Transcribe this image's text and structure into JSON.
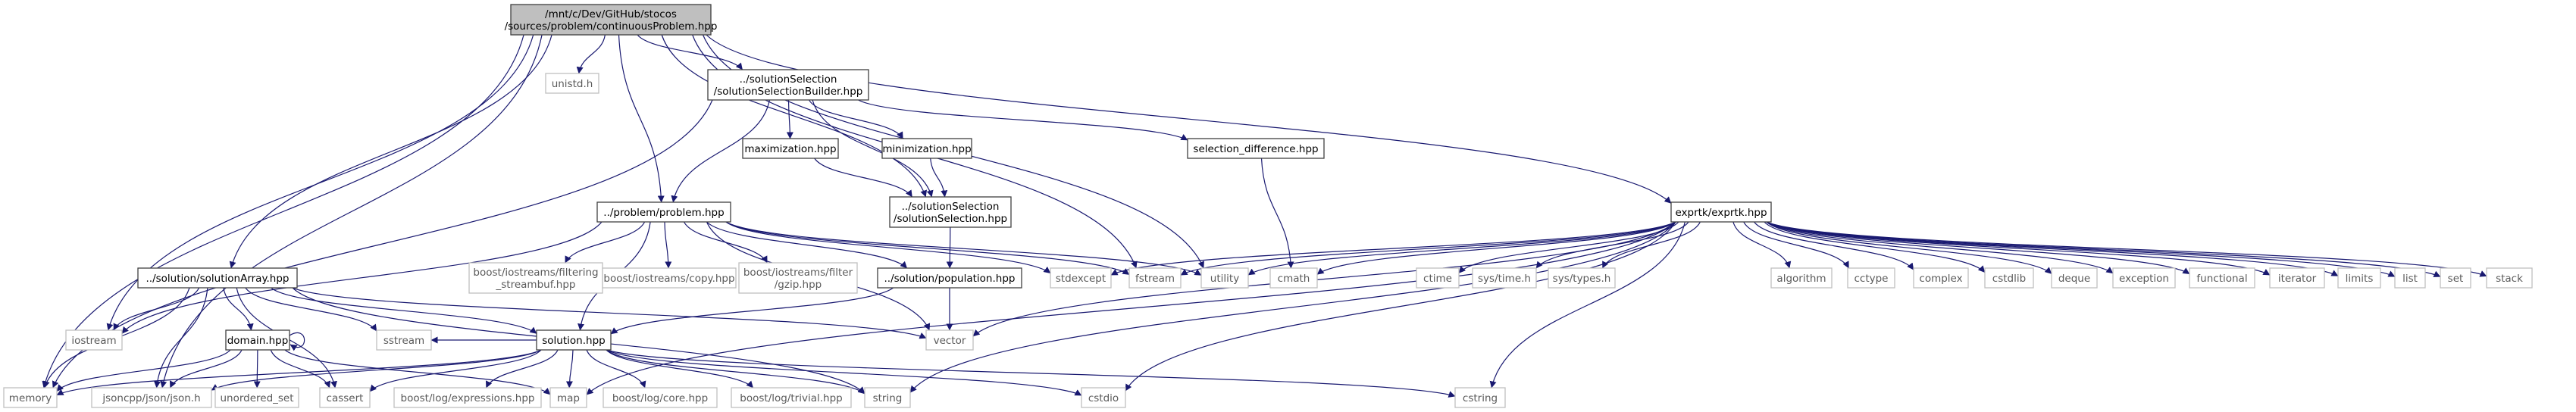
{
  "graph": {
    "colors": {
      "main_fill": "#bfbfbf",
      "edge": "#191970",
      "external_border": "#bfbfbf",
      "linked_border": "#404040"
    },
    "nodes": [
      {
        "id": "main",
        "lines": [
          "/mnt/c/Dev/GitHub/stocos",
          "/sources/problem/continuousProblem.hpp"
        ],
        "kind": "main"
      },
      {
        "id": "unistd",
        "lines": [
          "unistd.h"
        ],
        "kind": "external"
      },
      {
        "id": "builder",
        "lines": [
          "../solutionSelection",
          "/solutionSelectionBuilder.hpp"
        ],
        "kind": "linked"
      },
      {
        "id": "maximization",
        "lines": [
          "maximization.hpp"
        ],
        "kind": "linked"
      },
      {
        "id": "minimization",
        "lines": [
          "minimization.hpp"
        ],
        "kind": "linked"
      },
      {
        "id": "seldiff",
        "lines": [
          "selection_difference.hpp"
        ],
        "kind": "linked"
      },
      {
        "id": "selection",
        "lines": [
          "../solutionSelection",
          "/solutionSelection.hpp"
        ],
        "kind": "linked"
      },
      {
        "id": "problem",
        "lines": [
          "../problem/problem.hpp"
        ],
        "kind": "linked"
      },
      {
        "id": "exprtk",
        "lines": [
          "exprtk/exprtk.hpp"
        ],
        "kind": "linked"
      },
      {
        "id": "solarray",
        "lines": [
          "../solution/solutionArray.hpp"
        ],
        "kind": "linked"
      },
      {
        "id": "population",
        "lines": [
          "../solution/population.hpp"
        ],
        "kind": "linked"
      },
      {
        "id": "domain",
        "lines": [
          "domain.hpp"
        ],
        "kind": "linked"
      },
      {
        "id": "solution",
        "lines": [
          "solution.hpp"
        ],
        "kind": "linked"
      },
      {
        "id": "filtering",
        "lines": [
          "boost/iostreams/filtering",
          "_streambuf.hpp"
        ],
        "kind": "external"
      },
      {
        "id": "copy",
        "lines": [
          "boost/iostreams/copy.hpp"
        ],
        "kind": "external"
      },
      {
        "id": "gzip",
        "lines": [
          "boost/iostreams/filter",
          "/gzip.hpp"
        ],
        "kind": "external"
      },
      {
        "id": "stdexcept",
        "lines": [
          "stdexcept"
        ],
        "kind": "external"
      },
      {
        "id": "fstream",
        "lines": [
          "fstream"
        ],
        "kind": "external"
      },
      {
        "id": "utility",
        "lines": [
          "utility"
        ],
        "kind": "external"
      },
      {
        "id": "cmath",
        "lines": [
          "cmath"
        ],
        "kind": "external"
      },
      {
        "id": "ctime",
        "lines": [
          "ctime"
        ],
        "kind": "external"
      },
      {
        "id": "systime",
        "lines": [
          "sys/time.h"
        ],
        "kind": "external"
      },
      {
        "id": "systypes",
        "lines": [
          "sys/types.h"
        ],
        "kind": "external"
      },
      {
        "id": "algorithm",
        "lines": [
          "algorithm"
        ],
        "kind": "external"
      },
      {
        "id": "cctype",
        "lines": [
          "cctype"
        ],
        "kind": "external"
      },
      {
        "id": "complex",
        "lines": [
          "complex"
        ],
        "kind": "external"
      },
      {
        "id": "cstdlib",
        "lines": [
          "cstdlib"
        ],
        "kind": "external"
      },
      {
        "id": "deque",
        "lines": [
          "deque"
        ],
        "kind": "external"
      },
      {
        "id": "exception",
        "lines": [
          "exception"
        ],
        "kind": "external"
      },
      {
        "id": "functional",
        "lines": [
          "functional"
        ],
        "kind": "external"
      },
      {
        "id": "iterator",
        "lines": [
          "iterator"
        ],
        "kind": "external"
      },
      {
        "id": "limits",
        "lines": [
          "limits"
        ],
        "kind": "external"
      },
      {
        "id": "list",
        "lines": [
          "list"
        ],
        "kind": "external"
      },
      {
        "id": "set",
        "lines": [
          "set"
        ],
        "kind": "external"
      },
      {
        "id": "stack",
        "lines": [
          "stack"
        ],
        "kind": "external"
      },
      {
        "id": "iostream",
        "lines": [
          "iostream"
        ],
        "kind": "external"
      },
      {
        "id": "sstream",
        "lines": [
          "sstream"
        ],
        "kind": "external"
      },
      {
        "id": "vector",
        "lines": [
          "vector"
        ],
        "kind": "external"
      },
      {
        "id": "memory",
        "lines": [
          "memory"
        ],
        "kind": "external"
      },
      {
        "id": "json",
        "lines": [
          "jsoncpp/json/json.h"
        ],
        "kind": "external"
      },
      {
        "id": "unordered",
        "lines": [
          "unordered_set"
        ],
        "kind": "external"
      },
      {
        "id": "cassert",
        "lines": [
          "cassert"
        ],
        "kind": "external"
      },
      {
        "id": "expressions",
        "lines": [
          "boost/log/expressions.hpp"
        ],
        "kind": "external"
      },
      {
        "id": "map",
        "lines": [
          "map"
        ],
        "kind": "external"
      },
      {
        "id": "core",
        "lines": [
          "boost/log/core.hpp"
        ],
        "kind": "external"
      },
      {
        "id": "trivial",
        "lines": [
          "boost/log/trivial.hpp"
        ],
        "kind": "external"
      },
      {
        "id": "string",
        "lines": [
          "string"
        ],
        "kind": "external"
      },
      {
        "id": "cstdio",
        "lines": [
          "cstdio"
        ],
        "kind": "external"
      },
      {
        "id": "cstring",
        "lines": [
          "cstring"
        ],
        "kind": "external"
      }
    ],
    "edges": [
      [
        "main",
        "unistd"
      ],
      [
        "main",
        "builder"
      ],
      [
        "main",
        "problem"
      ],
      [
        "main",
        "exprtk"
      ],
      [
        "main",
        "solarray"
      ],
      [
        "main",
        "selection"
      ],
      [
        "main",
        "utility"
      ],
      [
        "main",
        "fstream"
      ],
      [
        "main",
        "iostream"
      ],
      [
        "main",
        "memory"
      ],
      [
        "main",
        "json"
      ],
      [
        "builder",
        "maximization"
      ],
      [
        "builder",
        "minimization"
      ],
      [
        "builder",
        "seldiff"
      ],
      [
        "builder",
        "selection"
      ],
      [
        "builder",
        "problem"
      ],
      [
        "builder",
        "memory"
      ],
      [
        "maximization",
        "selection"
      ],
      [
        "minimization",
        "selection"
      ],
      [
        "seldiff",
        "cmath"
      ],
      [
        "selection",
        "population"
      ],
      [
        "problem",
        "filtering"
      ],
      [
        "problem",
        "copy"
      ],
      [
        "problem",
        "gzip"
      ],
      [
        "problem",
        "stdexcept"
      ],
      [
        "problem",
        "fstream"
      ],
      [
        "problem",
        "utility"
      ],
      [
        "problem",
        "population"
      ],
      [
        "problem",
        "solution"
      ],
      [
        "problem",
        "iostream"
      ],
      [
        "problem",
        "vector"
      ],
      [
        "population",
        "solution"
      ],
      [
        "population",
        "vector"
      ],
      [
        "solarray",
        "domain"
      ],
      [
        "solarray",
        "solution"
      ],
      [
        "solarray",
        "iostream"
      ],
      [
        "solarray",
        "sstream"
      ],
      [
        "solarray",
        "vector"
      ],
      [
        "solarray",
        "memory"
      ],
      [
        "solarray",
        "json"
      ],
      [
        "solarray",
        "cassert"
      ],
      [
        "solarray",
        "string"
      ],
      [
        "domain",
        "memory"
      ],
      [
        "domain",
        "json"
      ],
      [
        "domain",
        "unordered"
      ],
      [
        "domain",
        "cassert"
      ],
      [
        "domain",
        "map"
      ],
      [
        "solution",
        "memory"
      ],
      [
        "solution",
        "json"
      ],
      [
        "solution",
        "cassert"
      ],
      [
        "solution",
        "expressions"
      ],
      [
        "solution",
        "map"
      ],
      [
        "solution",
        "core"
      ],
      [
        "solution",
        "trivial"
      ],
      [
        "solution",
        "string"
      ],
      [
        "solution",
        "cstdio"
      ],
      [
        "solution",
        "cstring"
      ],
      [
        "solution",
        "sstream"
      ],
      [
        "exprtk",
        "stdexcept"
      ],
      [
        "exprtk",
        "fstream"
      ],
      [
        "exprtk",
        "utility"
      ],
      [
        "exprtk",
        "cmath"
      ],
      [
        "exprtk",
        "ctime"
      ],
      [
        "exprtk",
        "systime"
      ],
      [
        "exprtk",
        "systypes"
      ],
      [
        "exprtk",
        "algorithm"
      ],
      [
        "exprtk",
        "cctype"
      ],
      [
        "exprtk",
        "complex"
      ],
      [
        "exprtk",
        "cstdlib"
      ],
      [
        "exprtk",
        "deque"
      ],
      [
        "exprtk",
        "exception"
      ],
      [
        "exprtk",
        "functional"
      ],
      [
        "exprtk",
        "iterator"
      ],
      [
        "exprtk",
        "limits"
      ],
      [
        "exprtk",
        "list"
      ],
      [
        "exprtk",
        "set"
      ],
      [
        "exprtk",
        "stack"
      ],
      [
        "exprtk",
        "vector"
      ],
      [
        "exprtk",
        "map"
      ],
      [
        "exprtk",
        "string"
      ],
      [
        "exprtk",
        "cstdio"
      ],
      [
        "exprtk",
        "cstring"
      ]
    ],
    "self_loops": [
      "domain"
    ]
  }
}
